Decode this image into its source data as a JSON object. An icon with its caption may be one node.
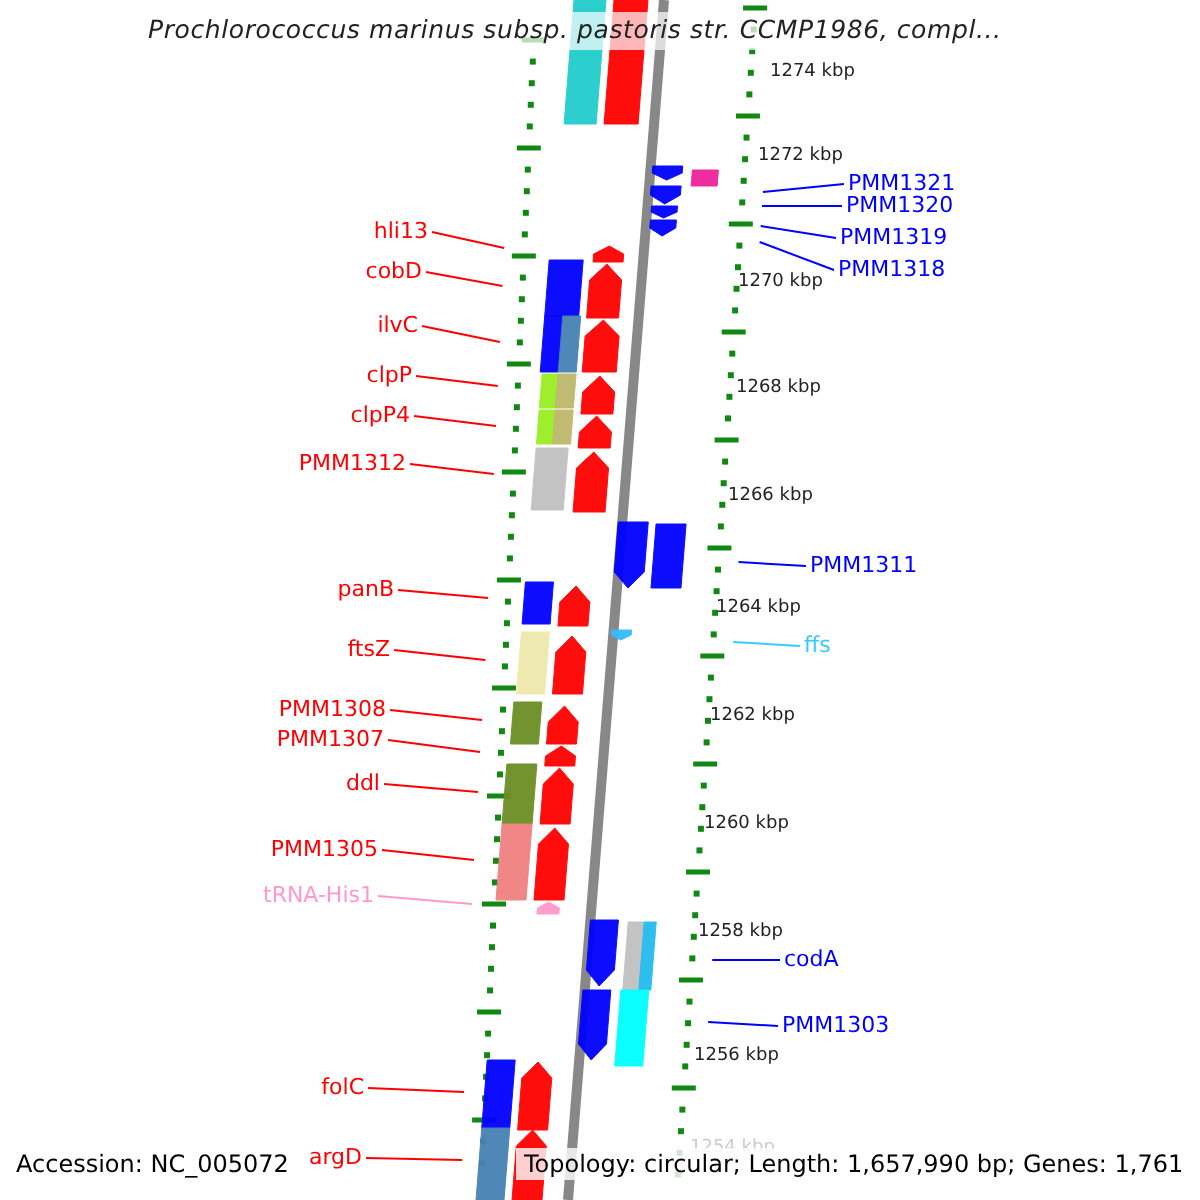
{
  "diagram": {
    "title": "Prochlorococcus marinus subsp. pastoris str. CCMP1986, compl...",
    "nodes": [
      {
        "text": [
          "PMM1321"
        ]
      },
      {
        "text": [
          "PMM1320"
        ]
      },
      {
        "text": [
          "hli13"
        ]
      },
      {
        "text": [
          "PMM1319"
        ]
      },
      {
        "text": [
          "cobD"
        ]
      },
      {
        "text": [
          "PMM1318"
        ]
      },
      {
        "text": [
          "ilvC"
        ]
      },
      {
        "text": [
          "clpP"
        ]
      },
      {
        "text": [
          "clpP4"
        ]
      },
      {
        "text": [
          "PMM1312"
        ]
      },
      {
        "text": [
          "PMM1311"
        ]
      },
      {
        "text": [
          "panB"
        ]
      },
      {
        "text": [
          "ffs"
        ]
      },
      {
        "text": [
          "ftsZ"
        ]
      },
      {
        "text": [
          "PMM1308"
        ]
      },
      {
        "text": [
          "PMM1307"
        ]
      },
      {
        "text": [
          "ddl"
        ]
      },
      {
        "text": [
          "PMM1305"
        ]
      },
      {
        "text": [
          "tRNA-His1"
        ]
      },
      {
        "text": [
          "codA"
        ]
      },
      {
        "text": [
          "PMM1303"
        ]
      },
      {
        "text": [
          "folC"
        ]
      },
      {
        "text": [
          "argD"
        ]
      }
    ],
    "edges": [
      {
        "from": 0,
        "to": null,
        "arrow": "none",
        "color": "#0000ff"
      },
      {
        "from": 1,
        "to": null,
        "arrow": "none",
        "color": "#0000ff"
      },
      {
        "from": 2,
        "to": null,
        "arrow": "none"
      },
      {
        "from": 3,
        "to": null,
        "arrow": "none",
        "color": "#0000ff"
      },
      {
        "from": 4,
        "to": null,
        "arrow": "none"
      },
      {
        "from": 5,
        "to": null,
        "arrow": "none",
        "color": "#0000ff"
      },
      {
        "from": 6,
        "to": null,
        "arrow": "none"
      },
      {
        "from": 7,
        "to": null,
        "arrow": "none"
      },
      {
        "from": 8,
        "to": null,
        "arrow": "none"
      },
      {
        "from": 9,
        "to": null,
        "arrow": "none"
      },
      {
        "from": 10,
        "to": null,
        "arrow": "none",
        "color": "#0000ff"
      },
      {
        "from": 11,
        "to": null,
        "arrow": "none"
      },
      {
        "from": 12,
        "to": null,
        "arrow": "none",
        "color": "#33ccff"
      },
      {
        "from": 13,
        "to": null,
        "arrow": "none"
      },
      {
        "from": 14,
        "to": null,
        "arrow": "none"
      },
      {
        "from": 15,
        "to": null,
        "arrow": "none"
      },
      {
        "from": 16,
        "to": null,
        "arrow": "none"
      },
      {
        "from": 17,
        "to": null,
        "arrow": "none"
      },
      {
        "from": 18,
        "to": null,
        "arrow": "none",
        "color": "#ff99cc"
      },
      {
        "from": 19,
        "to": null,
        "arrow": "none",
        "color": "#0000ff"
      },
      {
        "from": 20,
        "to": null,
        "arrow": "none",
        "color": "#0000ff"
      },
      {
        "from": 21,
        "to": null,
        "arrow": "none"
      },
      {
        "from": 22,
        "to": null,
        "arrow": "none"
      }
    ],
    "labels": [
      "1274 kbp",
      "1272 kbp",
      "1270 kbp",
      "1268 kbp",
      "1266 kbp",
      "1264 kbp",
      "1262 kbp",
      "1260 kbp",
      "1258 kbp",
      "1256 kbp",
      "1254 kbp",
      "Accession: NC_005072",
      "Topology: circular; Length: 1,657,990 bp; Genes: 1,761"
    ]
  }
}
